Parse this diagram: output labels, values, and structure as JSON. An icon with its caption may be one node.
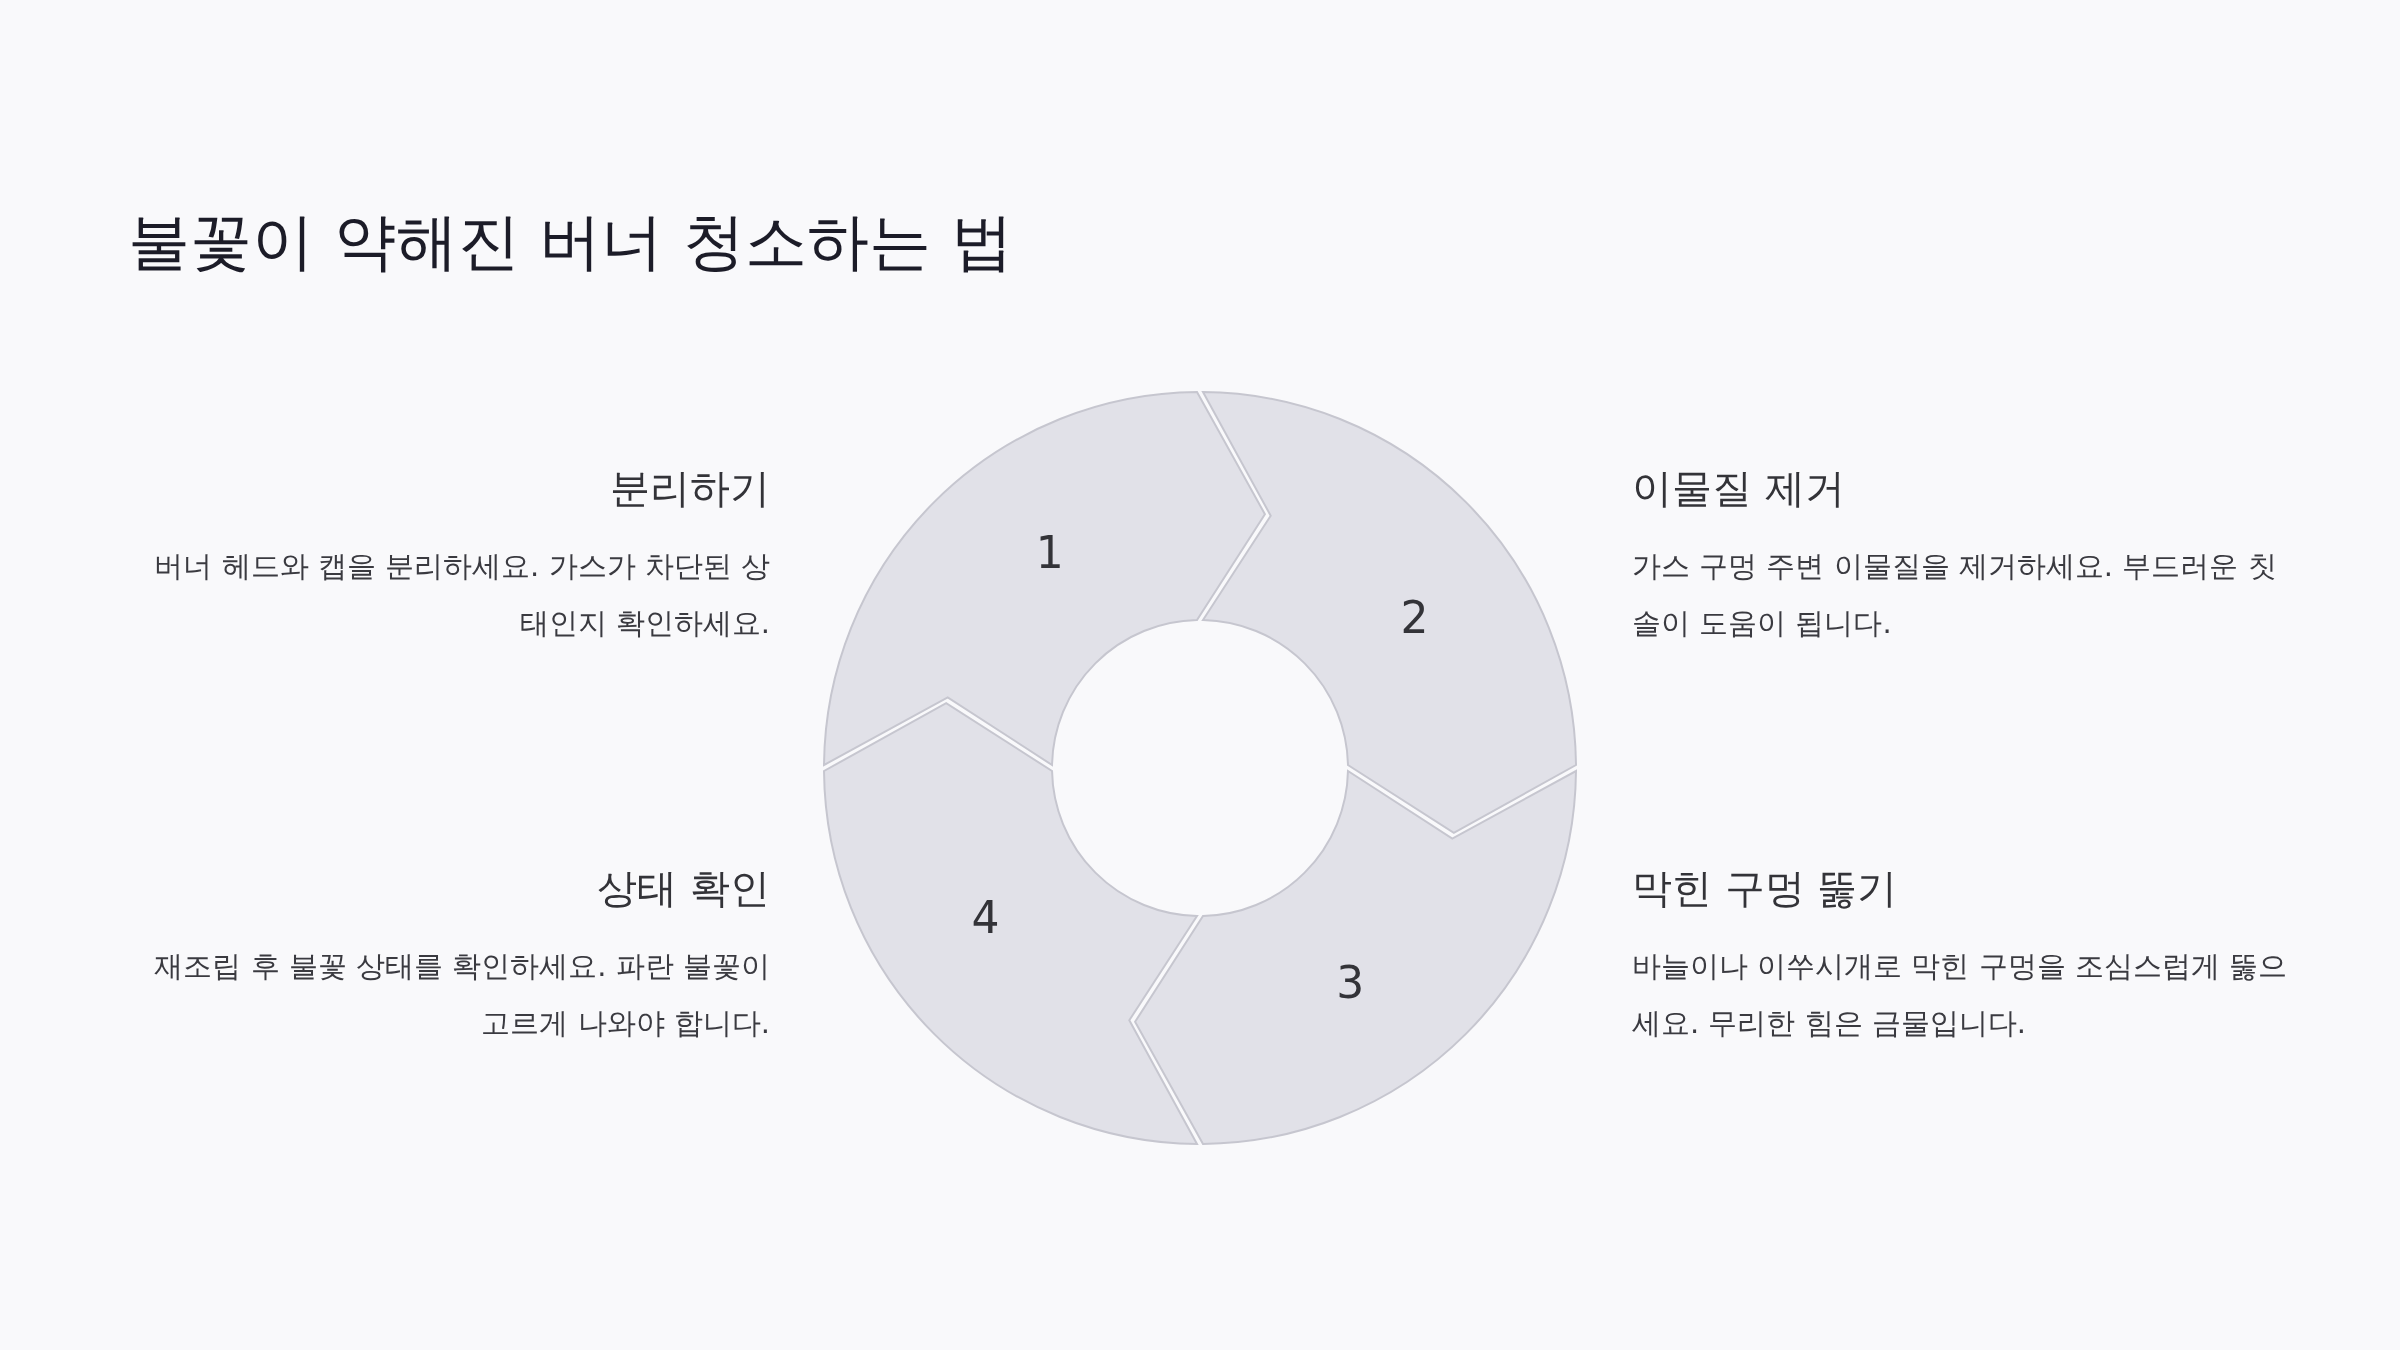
{
  "diagram": {
    "title": "불꽃이 약해진 버너 청소하는 법",
    "nodes": [
      {
        "text": [
          "1"
        ],
        "beside": [
          "분리하기",
          "버너 헤드와 캡을 분리하세요. 가스가 차단된 상태인지 확인하세요."
        ]
      },
      {
        "text": [
          "2"
        ],
        "beside": [
          "이물질 제거",
          "가스 구멍 주변 이물질을 제거하세요. 부드러운 칫솔이 도움이 됩니다."
        ]
      },
      {
        "text": [
          "3"
        ],
        "beside": [
          "막힌 구멍 뚫기",
          "바늘이나 이쑤시개로 막힌 구멍을 조심스럽게 뚫으세요. 무리한 힘은 금물입니다."
        ]
      },
      {
        "text": [
          "4"
        ],
        "beside": [
          "상태 확인",
          "재조립 후 불꽃 상태를 확인하세요. 파란 불꽃이 고르게 나와야 합니다."
        ]
      }
    ]
  }
}
